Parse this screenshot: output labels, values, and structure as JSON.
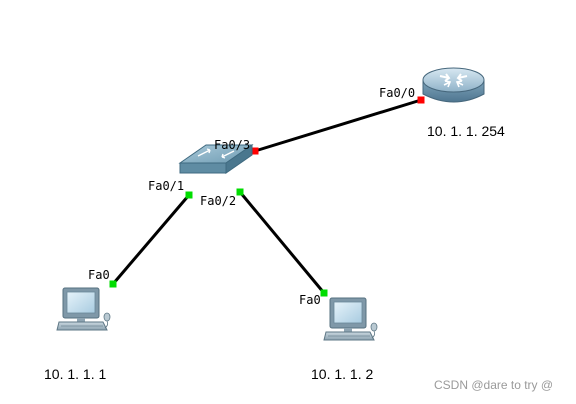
{
  "topology": {
    "devices": {
      "router": {
        "icon": "router-icon",
        "ip": "10. 1. 1. 254"
      },
      "switch": {
        "icon": "switch-icon"
      },
      "pc1": {
        "icon": "pc-icon",
        "ip": "10. 1. 1. 1"
      },
      "pc2": {
        "icon": "pc-icon",
        "ip": "10. 1. 1. 2"
      }
    },
    "links": [
      {
        "from": "switch",
        "from_port": "Fa0/3",
        "to": "router",
        "to_port": "Fa0/0",
        "status_color_from": "#ff0000",
        "status_color_to": "#ff0000"
      },
      {
        "from": "switch",
        "from_port": "Fa0/1",
        "to": "pc1",
        "to_port": "Fa0",
        "status_color_from": "#00dd00",
        "status_color_to": "#00dd00"
      },
      {
        "from": "switch",
        "from_port": "Fa0/2",
        "to": "pc2",
        "to_port": "Fa0",
        "status_color_from": "#00dd00",
        "status_color_to": "#00dd00"
      }
    ]
  },
  "watermark": "CSDN @dare to try @"
}
